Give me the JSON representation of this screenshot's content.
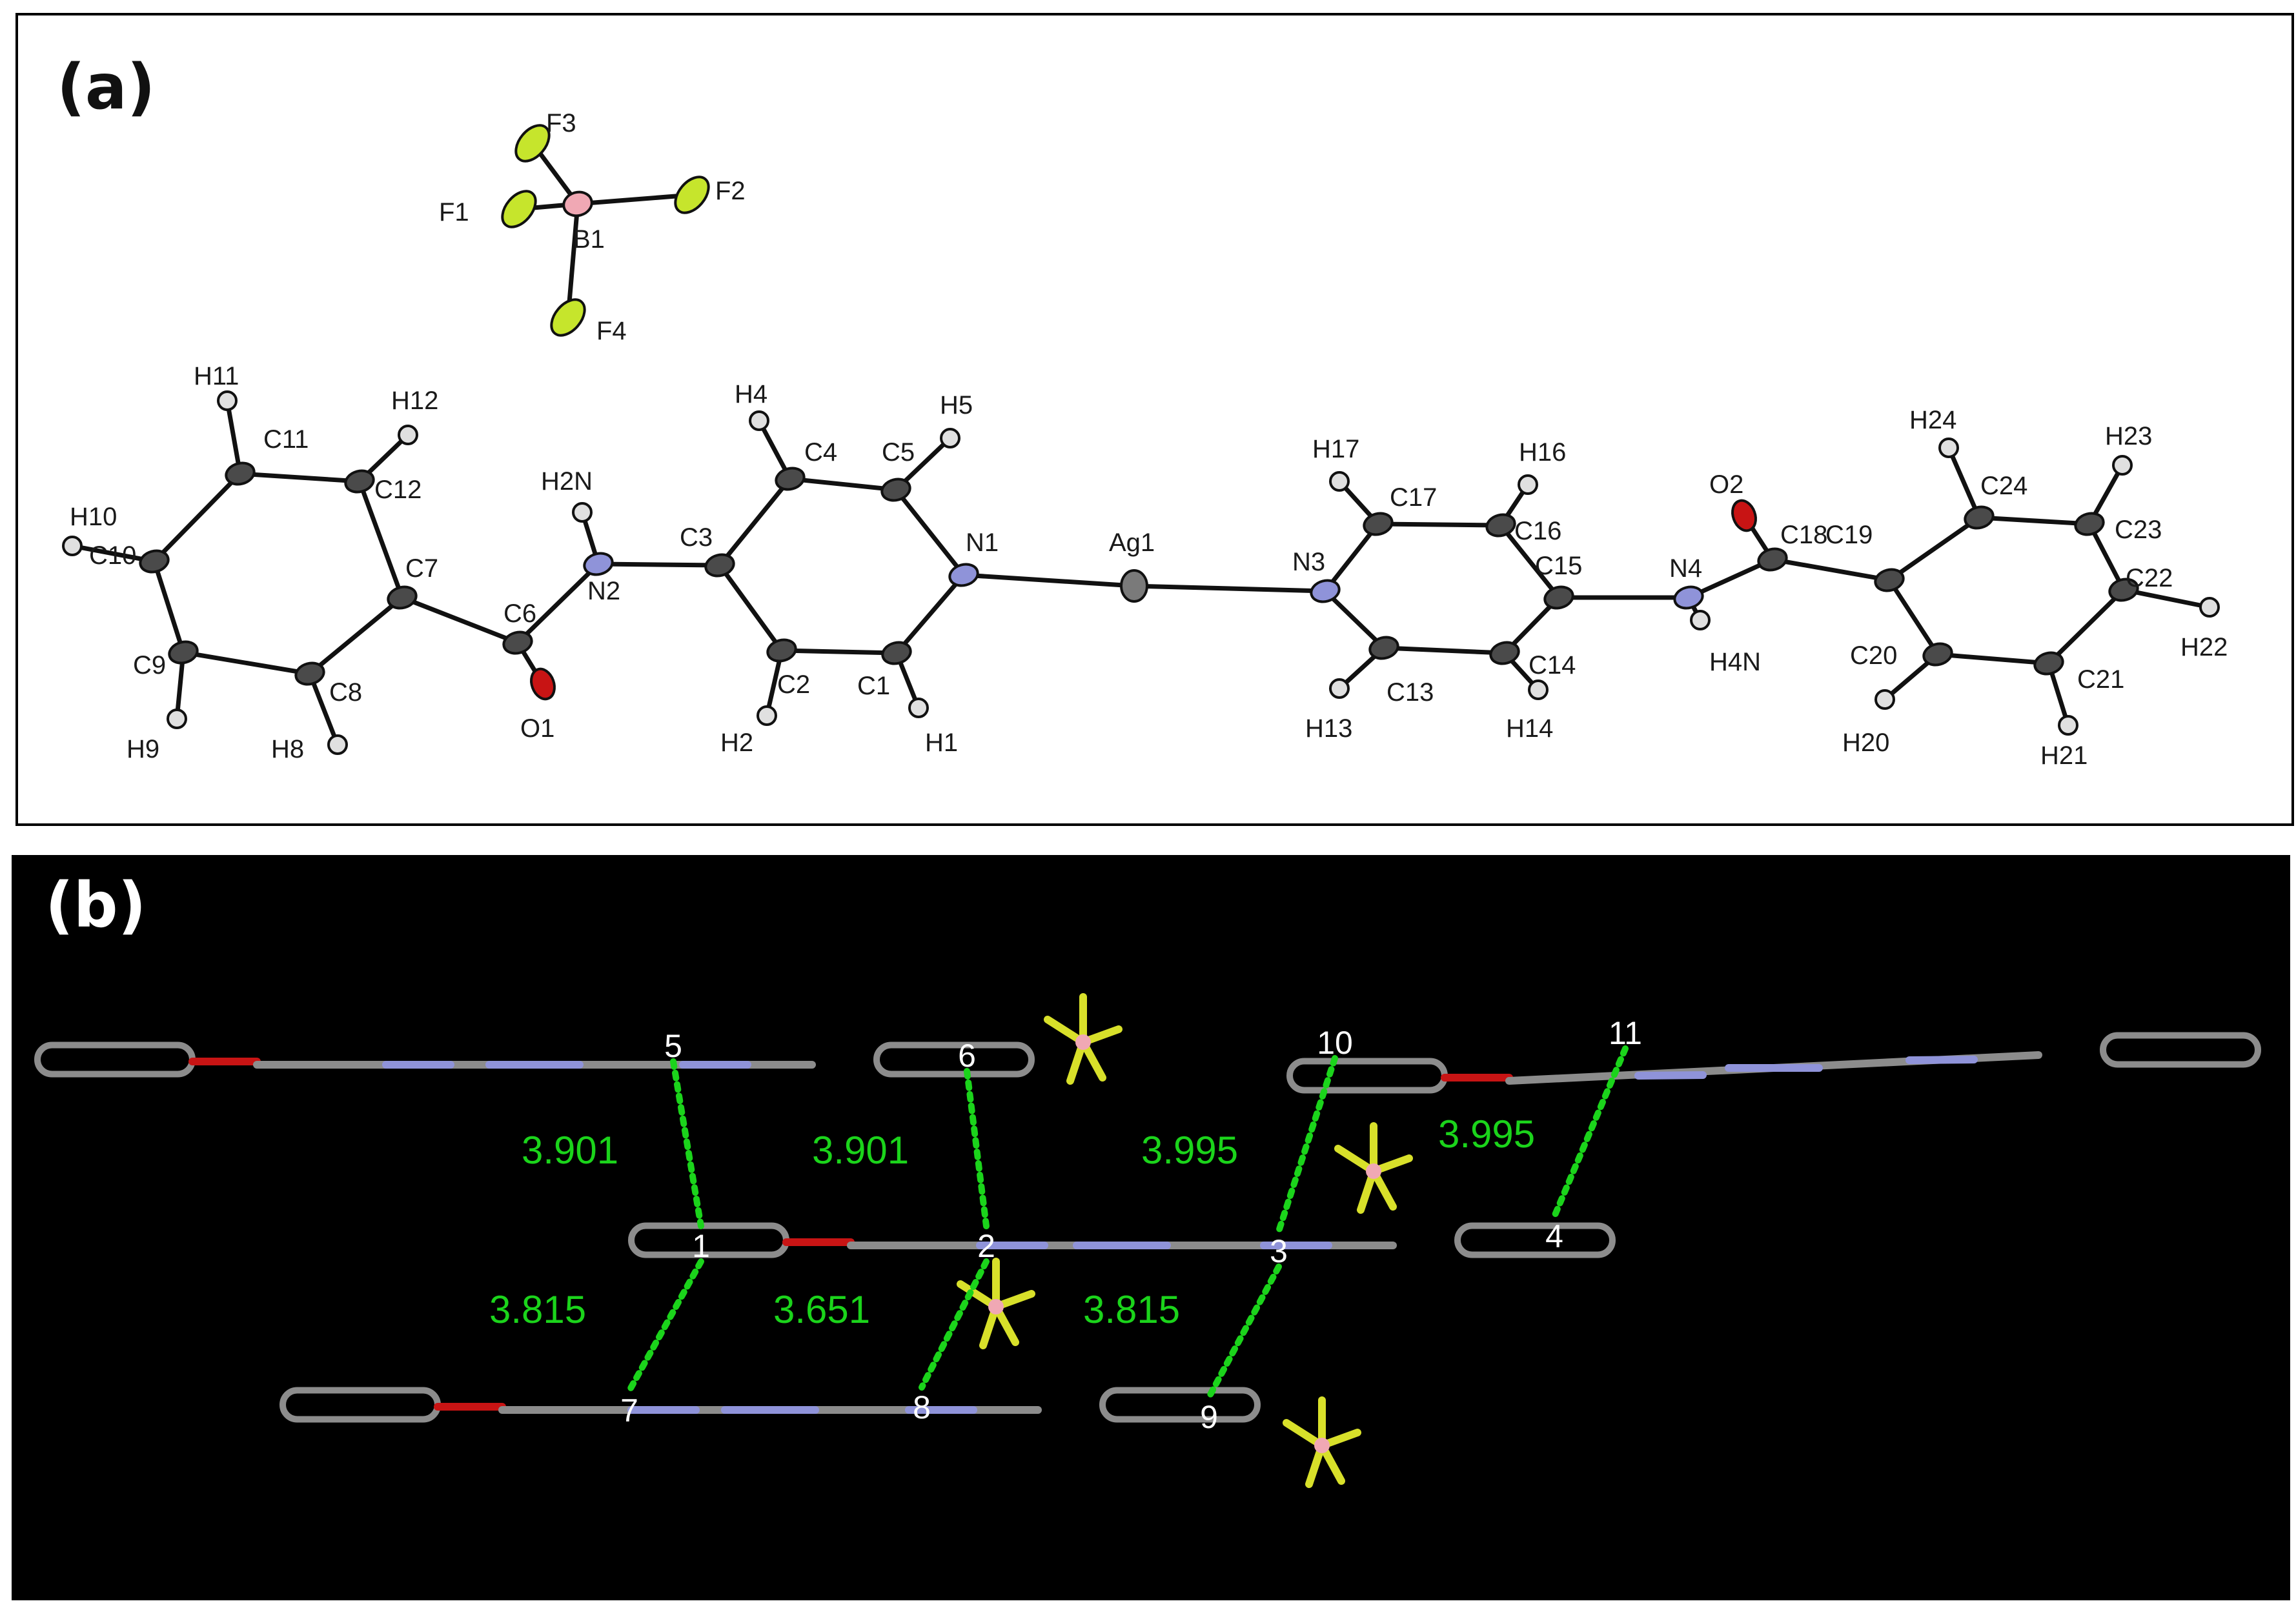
{
  "panel_a": {
    "tag": "(a)",
    "colors": {
      "carbon": "#4a4a4a",
      "nitrogen": "#8f93d9",
      "oxygen": "#c81414",
      "hydrogen": "#e0e0e0",
      "fluorine": "#c6e52c",
      "boron": "#f0a8b4",
      "silver": "#7a7a7a",
      "bond": "#111111"
    },
    "atom_labels": [
      "F3",
      "F1",
      "B1",
      "F2",
      "F4",
      "H11",
      "H12",
      "C11",
      "C12",
      "H10",
      "C10",
      "C7",
      "C6",
      "H2N",
      "N2",
      "C3",
      "H4",
      "C4",
      "C5",
      "H5",
      "N1",
      "Ag1",
      "N3",
      "H17",
      "C17",
      "H16",
      "C16",
      "C15",
      "N4",
      "O2",
      "C18",
      "C19",
      "H24",
      "C24",
      "H23",
      "C23",
      "C22",
      "H22",
      "C21",
      "C20",
      "H20",
      "H21",
      "H4N",
      "C14",
      "H14",
      "C13",
      "H13",
      "H1",
      "C1",
      "C2",
      "H2",
      "O1",
      "C9",
      "H9",
      "C8",
      "H8"
    ]
  },
  "panel_b": {
    "tag": "(b)",
    "colors": {
      "background": "#000000",
      "contact_line": "#1bd41b",
      "carbon": "#8c8c8c",
      "nitrogen": "#8f93d9",
      "oxygen": "#c81414",
      "bf4": "#d8e02a",
      "boron": "#f0a8b4"
    },
    "centroids": [
      "5",
      "6",
      "10",
      "11",
      "1",
      "2",
      "3",
      "4",
      "7",
      "8",
      "9"
    ],
    "distances": [
      "3.901",
      "3.901",
      "3.995",
      "3.995",
      "3.815",
      "3.651",
      "3.815"
    ]
  }
}
